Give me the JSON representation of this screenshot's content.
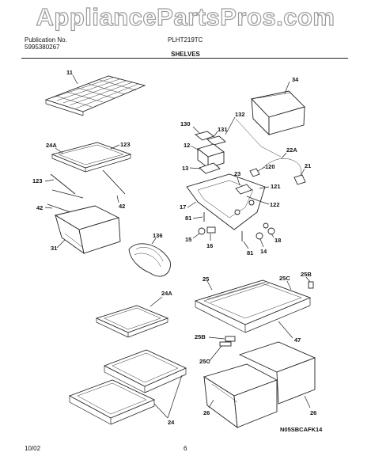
{
  "watermark": "AppliancePartsPros.com",
  "header": {
    "publication_label": "Publication No.",
    "publication_number": "5995380267",
    "model": "PLHT219TC"
  },
  "section_title": "SHELVES",
  "callouts": {
    "c11": "11",
    "c34": "34",
    "c130": "130",
    "c131": "131",
    "c132": "132",
    "c12": "12",
    "c24A_top": "24A",
    "c123_a": "123",
    "c22A": "22A",
    "c13": "13",
    "c120": "120",
    "c21": "21",
    "c123_b": "123",
    "c23": "23",
    "c121": "121",
    "c42_a": "42",
    "c42_b": "42",
    "c17": "17",
    "c122": "122",
    "c81_a": "81",
    "c136": "136",
    "c15": "15",
    "c16": "16",
    "c18": "18",
    "c31": "31",
    "c81_b": "81",
    "c14": "14",
    "c25": "25",
    "c25C_a": "25C",
    "c25B_a": "25B",
    "c24A_mid": "24A",
    "c47": "47",
    "c25B_b": "25B",
    "c25C_b": "25C",
    "c24": "24",
    "c26_a": "26",
    "c26_b": "26"
  },
  "diagram_code": "N05SBCAFK14",
  "footer": {
    "date": "10/02",
    "page_number": "6"
  }
}
